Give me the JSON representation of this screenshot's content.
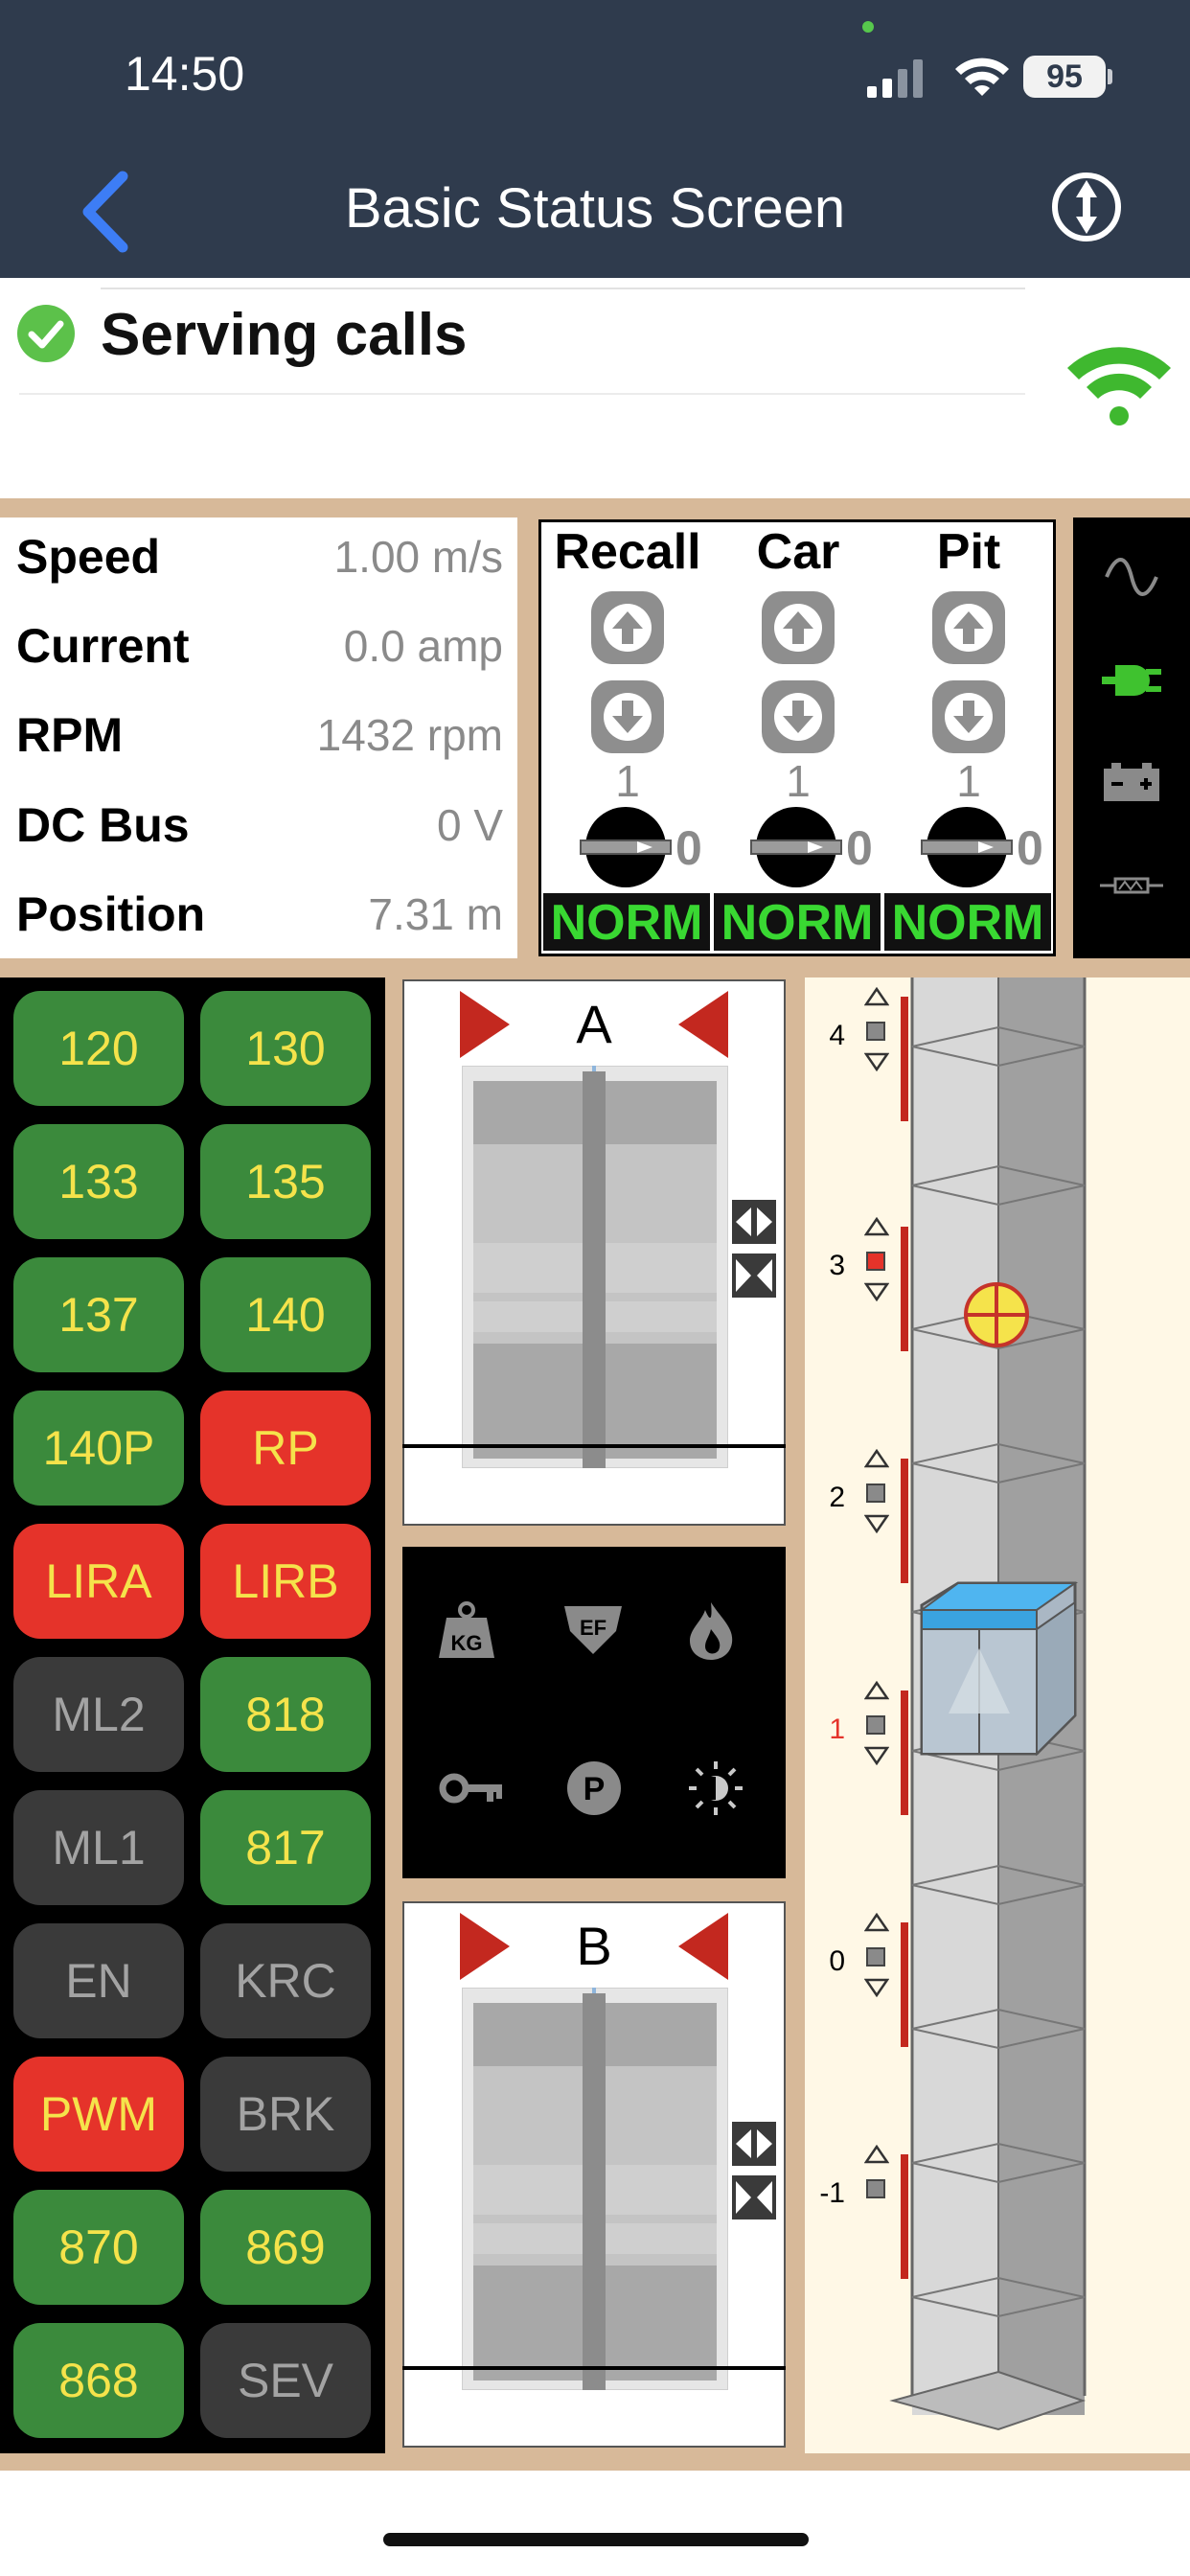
{
  "status_bar": {
    "time": "14:50",
    "battery": "95"
  },
  "nav": {
    "title": "Basic Status Screen"
  },
  "status": {
    "text": "Serving calls"
  },
  "readings": [
    {
      "label": "Speed",
      "value": "1.00 m/s"
    },
    {
      "label": "Current",
      "value": "0.0 amp"
    },
    {
      "label": "RPM",
      "value": "1432 rpm"
    },
    {
      "label": "DC Bus",
      "value": "0 V"
    },
    {
      "label": "Position",
      "value": "7.31 m"
    }
  ],
  "recall": [
    {
      "title": "Recall",
      "one": "1",
      "zero": "0",
      "mode": "NORM"
    },
    {
      "title": "Car",
      "one": "1",
      "zero": "0",
      "mode": "NORM"
    },
    {
      "title": "Pit",
      "one": "1",
      "zero": "0",
      "mode": "NORM"
    }
  ],
  "power_icons": [
    "sine-wave-icon",
    "plug-icon",
    "battery-icon",
    "resistor-icon"
  ],
  "buttons": [
    {
      "label": "120",
      "state": "green"
    },
    {
      "label": "130",
      "state": "green"
    },
    {
      "label": "133",
      "state": "green"
    },
    {
      "label": "135",
      "state": "green"
    },
    {
      "label": "137",
      "state": "green"
    },
    {
      "label": "140",
      "state": "green"
    },
    {
      "label": "140P",
      "state": "green"
    },
    {
      "label": "RP",
      "state": "red"
    },
    {
      "label": "LIRA",
      "state": "red"
    },
    {
      "label": "LIRB",
      "state": "red"
    },
    {
      "label": "ML2",
      "state": "off"
    },
    {
      "label": "818",
      "state": "green"
    },
    {
      "label": "ML1",
      "state": "off"
    },
    {
      "label": "817",
      "state": "green"
    },
    {
      "label": "EN",
      "state": "off"
    },
    {
      "label": "KRC",
      "state": "off"
    },
    {
      "label": "PWM",
      "state": "red"
    },
    {
      "label": "BRK",
      "state": "off"
    },
    {
      "label": "870",
      "state": "green"
    },
    {
      "label": "869",
      "state": "green"
    },
    {
      "label": "868",
      "state": "green"
    },
    {
      "label": "SEV",
      "state": "off"
    }
  ],
  "doors": [
    {
      "label": "A"
    },
    {
      "label": "B"
    }
  ],
  "mode_icons": [
    "weight-kg-icon",
    "fire-service-ef-icon",
    "fire-icon",
    "key-icon",
    "parking-icon",
    "light-icon"
  ],
  "floors": [
    {
      "label": "4",
      "current": false,
      "call": false
    },
    {
      "label": "3",
      "current": false,
      "call": true
    },
    {
      "label": "2",
      "current": false,
      "call": false
    },
    {
      "label": "1",
      "current": true,
      "call": false
    },
    {
      "label": "0",
      "current": false,
      "call": false
    },
    {
      "label": "-1",
      "current": false,
      "call": false
    }
  ],
  "colors": {
    "header": "#2f3b4d",
    "frame": "#d7b999",
    "green": "#3b8a3c",
    "red": "#e5332a",
    "norm": "#39d832"
  }
}
